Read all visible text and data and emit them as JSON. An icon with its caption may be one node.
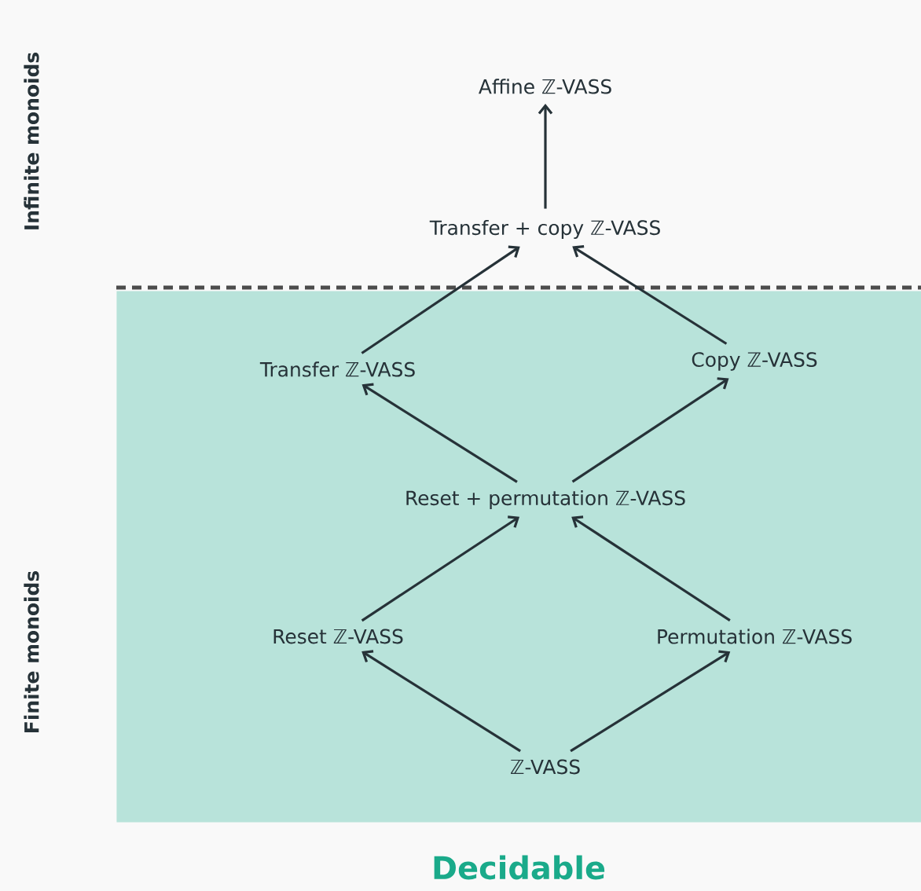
{
  "diagram": {
    "nodes": [
      {
        "text": [
          "Decidable"
        ]
      },
      {
        "text": [
          "Affine ℤ-VASS"
        ]
      },
      {
        "text": [
          "Transfer + copy ℤ-VASS"
        ]
      },
      {
        "text": [
          "Transfer ℤ-VASS"
        ],
        "in": 0
      },
      {
        "text": [
          "Copy ℤ-VASS"
        ],
        "in": 0
      },
      {
        "text": [
          "Reset + permutation ℤ-VASS"
        ],
        "in": 0
      },
      {
        "text": [
          "Reset ℤ-VASS"
        ],
        "in": 0
      },
      {
        "text": [
          "Permutation ℤ-VASS"
        ],
        "in": 0
      },
      {
        "text": [
          "ℤ-VASS"
        ],
        "in": 0
      }
    ],
    "edges": [
      {
        "from": 2,
        "to": 1,
        "arrow": "to"
      },
      {
        "from": 3,
        "to": 2,
        "arrow": "to"
      },
      {
        "from": 4,
        "to": 2,
        "arrow": "to"
      },
      {
        "from": 5,
        "to": 3,
        "arrow": "to"
      },
      {
        "from": 5,
        "to": 4,
        "arrow": "to"
      },
      {
        "from": 6,
        "to": 5,
        "arrow": "to"
      },
      {
        "from": 7,
        "to": 5,
        "arrow": "to"
      },
      {
        "from": 8,
        "to": 6,
        "arrow": "to"
      },
      {
        "from": 8,
        "to": 7,
        "arrow": "to"
      }
    ],
    "labels": [
      "Infinite monoids",
      "Finite monoids"
    ]
  }
}
